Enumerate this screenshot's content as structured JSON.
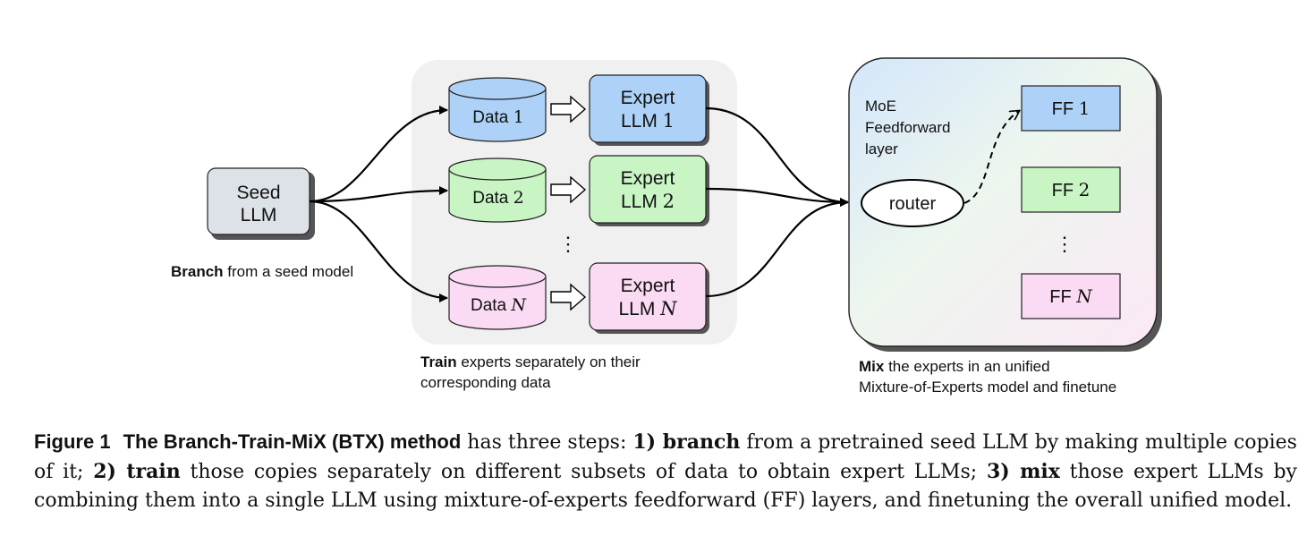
{
  "seed": {
    "line1": "Seed",
    "line2": "LLM"
  },
  "branch_caption": {
    "bold": "Branch",
    "rest": " from a seed model"
  },
  "data": [
    {
      "label": "Data ",
      "index": "1",
      "italic": false
    },
    {
      "label": "Data ",
      "index": "2",
      "italic": false
    },
    {
      "label": "Data ",
      "index": "N",
      "italic": true
    }
  ],
  "experts": [
    {
      "line1": "Expert",
      "line2": "LLM ",
      "index": "1",
      "italic": false
    },
    {
      "line1": "Expert",
      "line2": "LLM ",
      "index": "2",
      "italic": false
    },
    {
      "line1": "Expert",
      "line2": "LLM ",
      "index": "N",
      "italic": true
    }
  ],
  "ellipsis": "⋮",
  "train_caption": {
    "bold": "Train",
    "rest": " experts separately on their",
    "line2": "corresponding data"
  },
  "moe": {
    "line1": "MoE",
    "line2": "Feedforward",
    "line3": "layer",
    "router": "router"
  },
  "ff": [
    {
      "label": "FF ",
      "index": "1",
      "italic": false
    },
    {
      "label": "FF ",
      "index": "2",
      "italic": false
    },
    {
      "label": "FF ",
      "index": "N",
      "italic": true
    }
  ],
  "mix_caption": {
    "bold": "Mix",
    "rest": " the experts in an unified",
    "line2": "Mixture-of-Experts model and finetune"
  },
  "figure_caption": {
    "label": "Figure 1",
    "title": "The Branch-Train-MiX (BTX) method",
    "t1": " has three steps: ",
    "s1": "1) branch",
    "t2": " from a pretrained seed LLM by making multiple copies of it; ",
    "s2": "2) train",
    "t3": " those copies separately on different subsets of data to obtain expert LLMs; ",
    "s3": "3) mix",
    "t4": " those expert LLMs by combining them into a single LLM using mixture-of-experts feedforward (FF) layers, and finetuning the overall unified model."
  },
  "colors": {
    "blue": "#aed2f7",
    "green": "#c9f5c4",
    "pink": "#fbdaf3",
    "seed": "#dde1e8",
    "panel": "#f0f0f0"
  }
}
